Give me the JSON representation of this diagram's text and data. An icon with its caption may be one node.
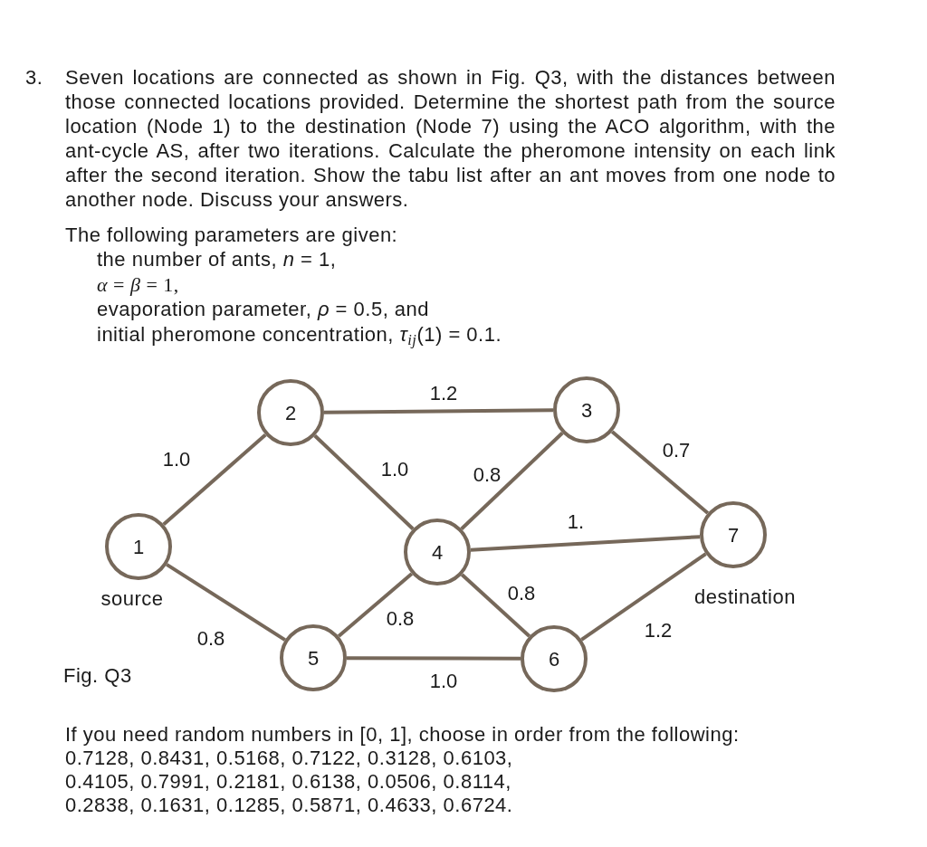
{
  "diagram": {
    "caption": "Fig. Q3",
    "nodes": [
      {
        "text": [
          "1"
        ],
        "beside": [
          "source"
        ]
      },
      {
        "text": [
          "2"
        ]
      },
      {
        "text": [
          "3"
        ]
      },
      {
        "text": [
          "4"
        ]
      },
      {
        "text": [
          "5"
        ]
      },
      {
        "text": [
          "6"
        ]
      },
      {
        "text": [
          "7"
        ],
        "beside": [
          "destination"
        ]
      }
    ],
    "edges": [
      {
        "from": 0,
        "to": 1,
        "arrow": "none",
        "label": "1.0"
      },
      {
        "from": 0,
        "to": 4,
        "arrow": "none",
        "label": "0.8"
      },
      {
        "from": 1,
        "to": 2,
        "arrow": "none",
        "label": "1.2"
      },
      {
        "from": 1,
        "to": 3,
        "arrow": "none",
        "label": "1.0"
      },
      {
        "from": 3,
        "to": 2,
        "arrow": "none",
        "label": "0.8"
      },
      {
        "from": 3,
        "to": 6,
        "arrow": "none",
        "label": "1."
      },
      {
        "from": 4,
        "to": 3,
        "arrow": "none",
        "label": "0.8"
      },
      {
        "from": 3,
        "to": 5,
        "arrow": "none",
        "label": "0.8"
      },
      {
        "from": 4,
        "to": 5,
        "arrow": "none",
        "label": "1.0"
      },
      {
        "from": 2,
        "to": 6,
        "arrow": "none",
        "label": "0.7"
      },
      {
        "from": 5,
        "to": 6,
        "arrow": "none",
        "label": "1.2"
      }
    ],
    "labels": [
      "3.",
      "Seven locations are connected as shown in Fig. Q3, with the distances between those connected locations provided. Determine the shortest path from the source location (Node 1) to the destination (Node 7) using the ACO algorithm, with the ant-cycle AS, after two iterations. Calculate the pheromone intensity on each link after the second iteration. Show the tabu list after an ant moves from one node to another node. Discuss your answers.",
      "The following parameters are given:",
      "the number of ants, *n* = 1,",
      "*α* = *β* = 1,",
      "evaporation parameter, *ρ* = 0.5, and",
      "initial pheromone concentration, *τ*$_{ij}$(1) = 0.1.",
      "If you need random numbers in [0, 1], choose in order from the following:",
      "0.7128, 0.8431, 0.5168, 0.7122, 0.3128, 0.6103,",
      "0.4105, 0.7991, 0.2181, 0.6138, 0.0506, 0.8114,",
      "0.2838, 0.1631, 0.1285, 0.5871, 0.4633, 0.6724."
    ]
  }
}
